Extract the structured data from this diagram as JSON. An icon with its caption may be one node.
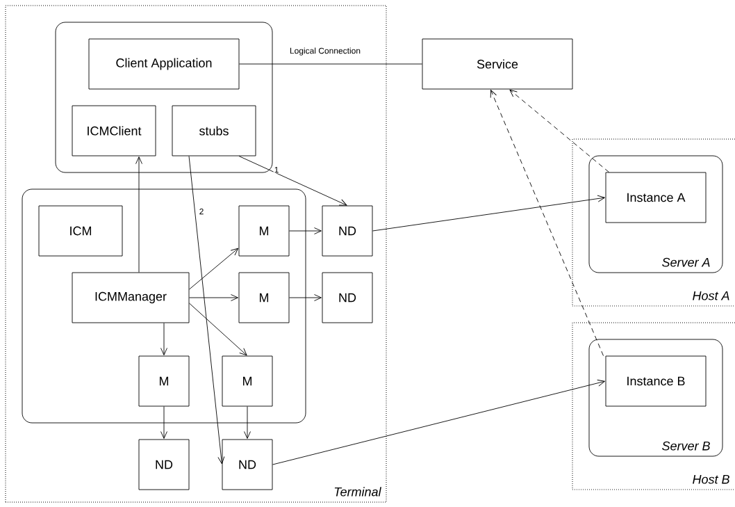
{
  "diagram": {
    "nodes": [
      {
        "text": [
          "Terminal"
        ]
      },
      {
        "text": [],
        "shape": "box",
        "in": 0
      },
      {
        "text": [
          "Client Application"
        ],
        "in": 1
      },
      {
        "text": [
          "ICMClient"
        ],
        "in": 1
      },
      {
        "text": [
          "stubs"
        ],
        "in": 1
      },
      {
        "text": [],
        "shape": "box",
        "in": 0
      },
      {
        "text": [
          "ICM"
        ],
        "in": 5
      },
      {
        "text": [
          "M"
        ],
        "in": 5
      },
      {
        "text": [
          "ICMManager"
        ],
        "in": 5
      },
      {
        "text": [
          "M"
        ],
        "in": 5
      },
      {
        "text": [
          "M"
        ],
        "in": 5
      },
      {
        "text": [
          "M"
        ],
        "in": 5
      },
      {
        "text": [
          "ND"
        ],
        "in": 0
      },
      {
        "text": [
          "ND"
        ],
        "in": 0
      },
      {
        "text": [
          "ND"
        ],
        "in": 0
      },
      {
        "text": [
          "ND"
        ],
        "in": 0
      },
      {
        "text": [
          "Service"
        ]
      },
      {
        "text": [
          "Host A"
        ]
      },
      {
        "text": [
          "Server A"
        ],
        "in": 17
      },
      {
        "text": [
          "Instance A"
        ],
        "in": 18
      },
      {
        "text": [
          "Host B"
        ]
      },
      {
        "text": [
          "Server B"
        ],
        "in": 20
      },
      {
        "text": [
          "Instance B"
        ],
        "in": 21
      }
    ],
    "edges": [
      {
        "from": 2,
        "to": 16,
        "arrow": "none",
        "label": "Logical Connection"
      },
      {
        "from": 8,
        "to": 3,
        "arrow": "to"
      },
      {
        "from": 4,
        "to": 12,
        "arrow": "to",
        "label": "1"
      },
      {
        "from": 4,
        "to": 15,
        "arrow": "to",
        "label": "2"
      },
      {
        "from": 8,
        "to": 7,
        "arrow": "to"
      },
      {
        "from": 8,
        "to": 9,
        "arrow": "to"
      },
      {
        "from": 8,
        "to": 10,
        "arrow": "to"
      },
      {
        "from": 8,
        "to": 11,
        "arrow": "to"
      },
      {
        "from": 7,
        "to": 12,
        "arrow": "to"
      },
      {
        "from": 9,
        "to": 13,
        "arrow": "to"
      },
      {
        "from": 10,
        "to": 14,
        "arrow": "to"
      },
      {
        "from": 11,
        "to": 15,
        "arrow": "to"
      },
      {
        "from": 12,
        "to": 19,
        "arrow": "to"
      },
      {
        "from": 15,
        "to": 22,
        "arrow": "to"
      },
      {
        "from": 19,
        "to": 16,
        "arrow": "to",
        "style": "dashed"
      },
      {
        "from": 22,
        "to": 16,
        "arrow": "to",
        "style": "dashed"
      }
    ]
  }
}
